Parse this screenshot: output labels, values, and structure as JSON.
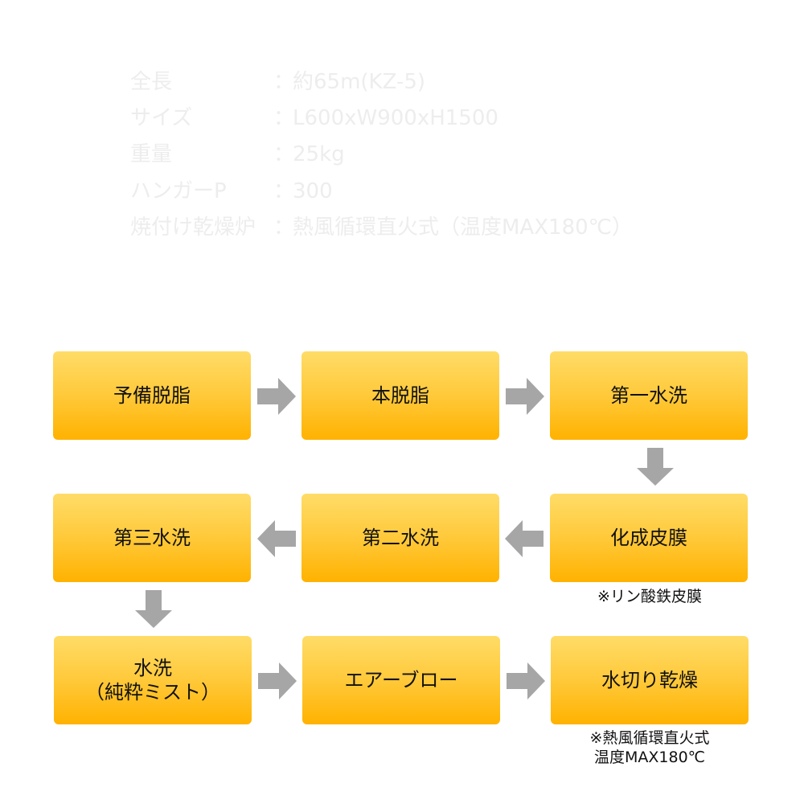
{
  "specs": [
    {
      "label": "全長",
      "colon": "：",
      "value": "約65m(KZ-5)"
    },
    {
      "label": "サイズ",
      "colon": "：",
      "value": "L600xW900xH1500"
    },
    {
      "label": "重量",
      "colon": "：",
      "value": "25kg"
    },
    {
      "label": "ハンガーP",
      "colon": "：",
      "value": "300"
    },
    {
      "label": "焼付け乾燥炉",
      "colon": "：",
      "value": "熱風循環直火式（温度MAX180℃）"
    }
  ],
  "steps": [
    {
      "line1": "予備脱脂"
    },
    {
      "line1": "本脱脂"
    },
    {
      "line1": "第一水洗"
    },
    {
      "line1": "化成皮膜"
    },
    {
      "line1": "第二水洗"
    },
    {
      "line1": "第三水洗"
    },
    {
      "line1": "水洗",
      "line2": "（純粋ミスト）"
    },
    {
      "line1": "エアーブロー"
    },
    {
      "line1": "水切り乾燥"
    }
  ],
  "notes": {
    "chemical": "※リン酸鉄皮膜",
    "dry_line1": "※熱風循環直火式",
    "dry_line2": "温度MAX180℃"
  },
  "colors": {
    "box_top": "#ffdc68",
    "box_bottom": "#ffb200",
    "arrow": "#a6a6a6",
    "spec_text": "#ededed"
  }
}
